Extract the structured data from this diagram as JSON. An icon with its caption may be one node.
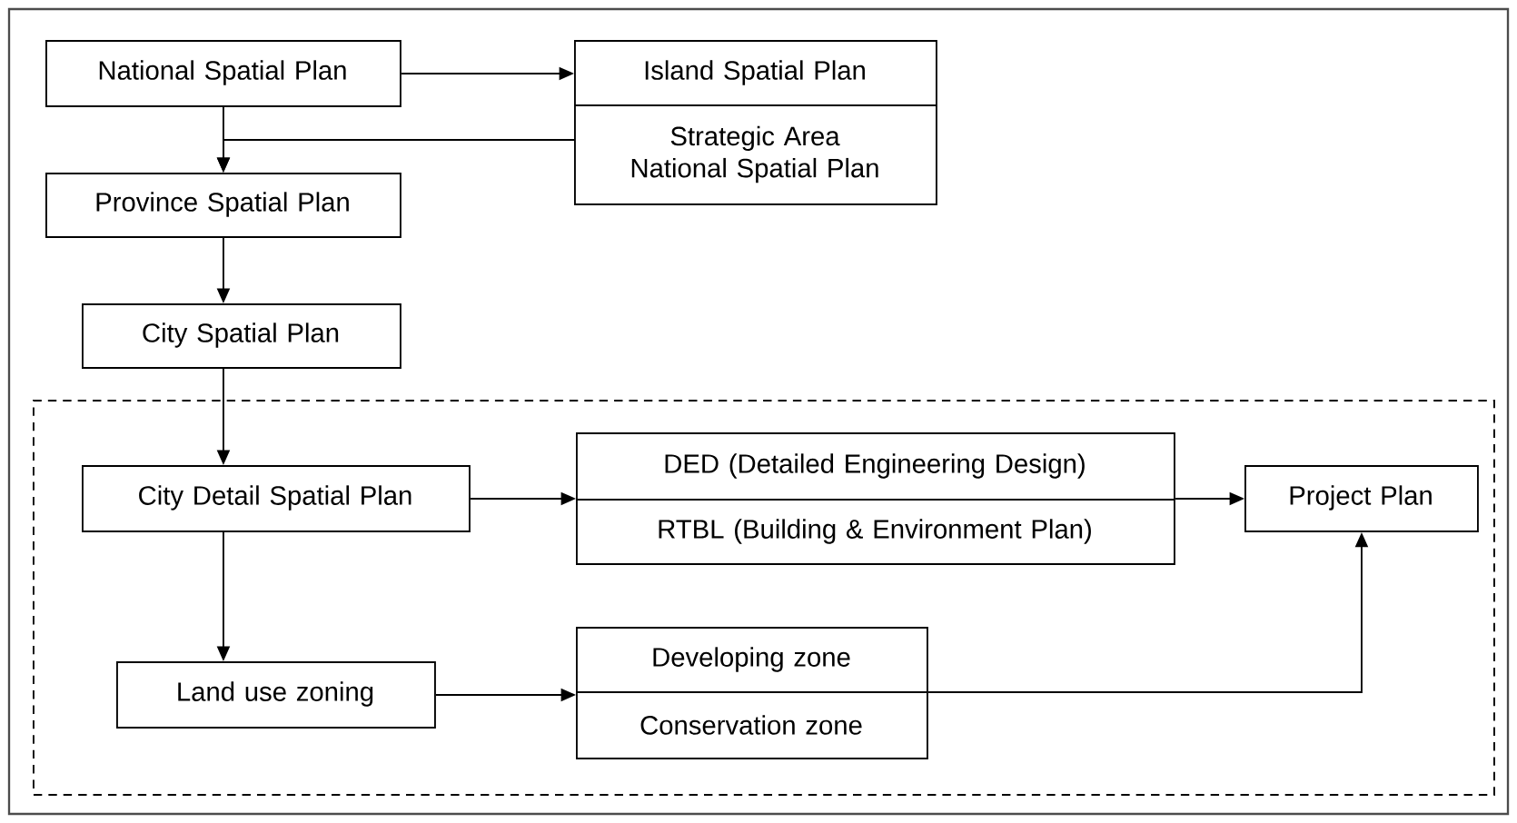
{
  "diagram": {
    "nodes": [
      {
        "text": [
          "National Spatial Plan"
        ]
      },
      {
        "text": [
          "Island Spatial Plan",
          "Strategic Area National Spatial Plan"
        ]
      },
      {
        "text": [
          "Province Spatial Plan"
        ]
      },
      {
        "text": [
          "City Spatial Plan"
        ]
      },
      {
        "text": [],
        "shape": "box"
      },
      {
        "text": [
          "City Detail Spatial Plan"
        ],
        "in": 4
      },
      {
        "text": [
          "DED (Detailed Engineering Design)",
          "RTBL (Building & Environment Plan)"
        ],
        "in": 4
      },
      {
        "text": [
          "Project Plan"
        ],
        "in": 4
      },
      {
        "text": [
          "Land use zoning"
        ],
        "in": 4
      },
      {
        "text": [
          "Developing zone",
          "Conservation zone"
        ],
        "in": 4
      }
    ],
    "edges": [
      {
        "from": 0,
        "to": 1,
        "arrow": "to"
      },
      {
        "from": 0,
        "to": 2,
        "arrow": "to"
      },
      {
        "from": 1,
        "to": 2,
        "arrow": "to"
      },
      {
        "from": 2,
        "to": 3,
        "arrow": "to"
      },
      {
        "from": 3,
        "to": 5,
        "arrow": "to"
      },
      {
        "from": 5,
        "to": 6,
        "arrow": "to"
      },
      {
        "from": 6,
        "to": 7,
        "arrow": "to"
      },
      {
        "from": 5,
        "to": 8,
        "arrow": "to"
      },
      {
        "from": 8,
        "to": 9,
        "arrow": "to"
      },
      {
        "from": 9,
        "to": 7,
        "arrow": "to"
      }
    ]
  }
}
